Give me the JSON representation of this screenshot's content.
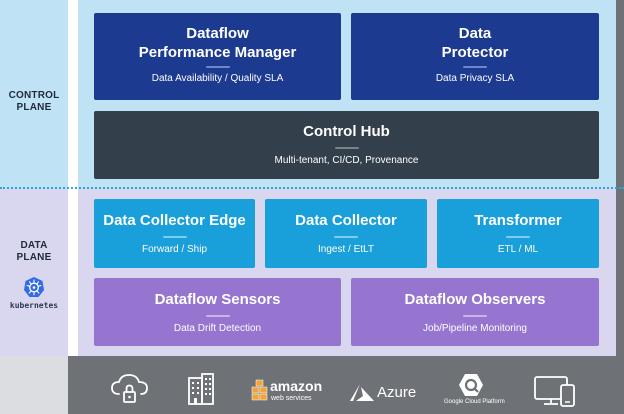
{
  "planes": {
    "control_line1": "CONTROL",
    "control_line2": "PLANE",
    "data_line1": "DATA",
    "data_line2": "PLANE",
    "kubernetes_label": "kubernetes"
  },
  "control_plane": {
    "performance_manager": {
      "title_line1": "Dataflow",
      "title_line2": "Performance Manager",
      "subtitle": "Data Availability / Quality SLA"
    },
    "data_protector": {
      "title_line1": "Data",
      "title_line2": "Protector",
      "subtitle": "Data Privacy SLA"
    },
    "control_hub": {
      "title": "Control Hub",
      "subtitle": "Multi-tenant, CI/CD, Provenance"
    }
  },
  "data_plane": {
    "collector_edge": {
      "title": "Data Collector Edge",
      "subtitle": "Forward / Ship"
    },
    "collector": {
      "title": "Data Collector",
      "subtitle": "Ingest / EtLT"
    },
    "transformer": {
      "title": "Transformer",
      "subtitle": "ETL / ML"
    },
    "sensors": {
      "title": "Dataflow Sensors",
      "subtitle": "Data Drift Detection"
    },
    "observers": {
      "title": "Dataflow Observers",
      "subtitle": "Job/Pipeline Monitoring"
    }
  },
  "infrastructure": {
    "aws_line1": "amazon",
    "aws_line2": "web services",
    "azure": "Azure",
    "gcp": "Google Cloud Platform"
  },
  "icons": [
    "secure-cloud-icon",
    "buildings-icon",
    "aws-logo",
    "azure-logo",
    "gcp-logo",
    "devices-icon",
    "kubernetes-icon"
  ]
}
